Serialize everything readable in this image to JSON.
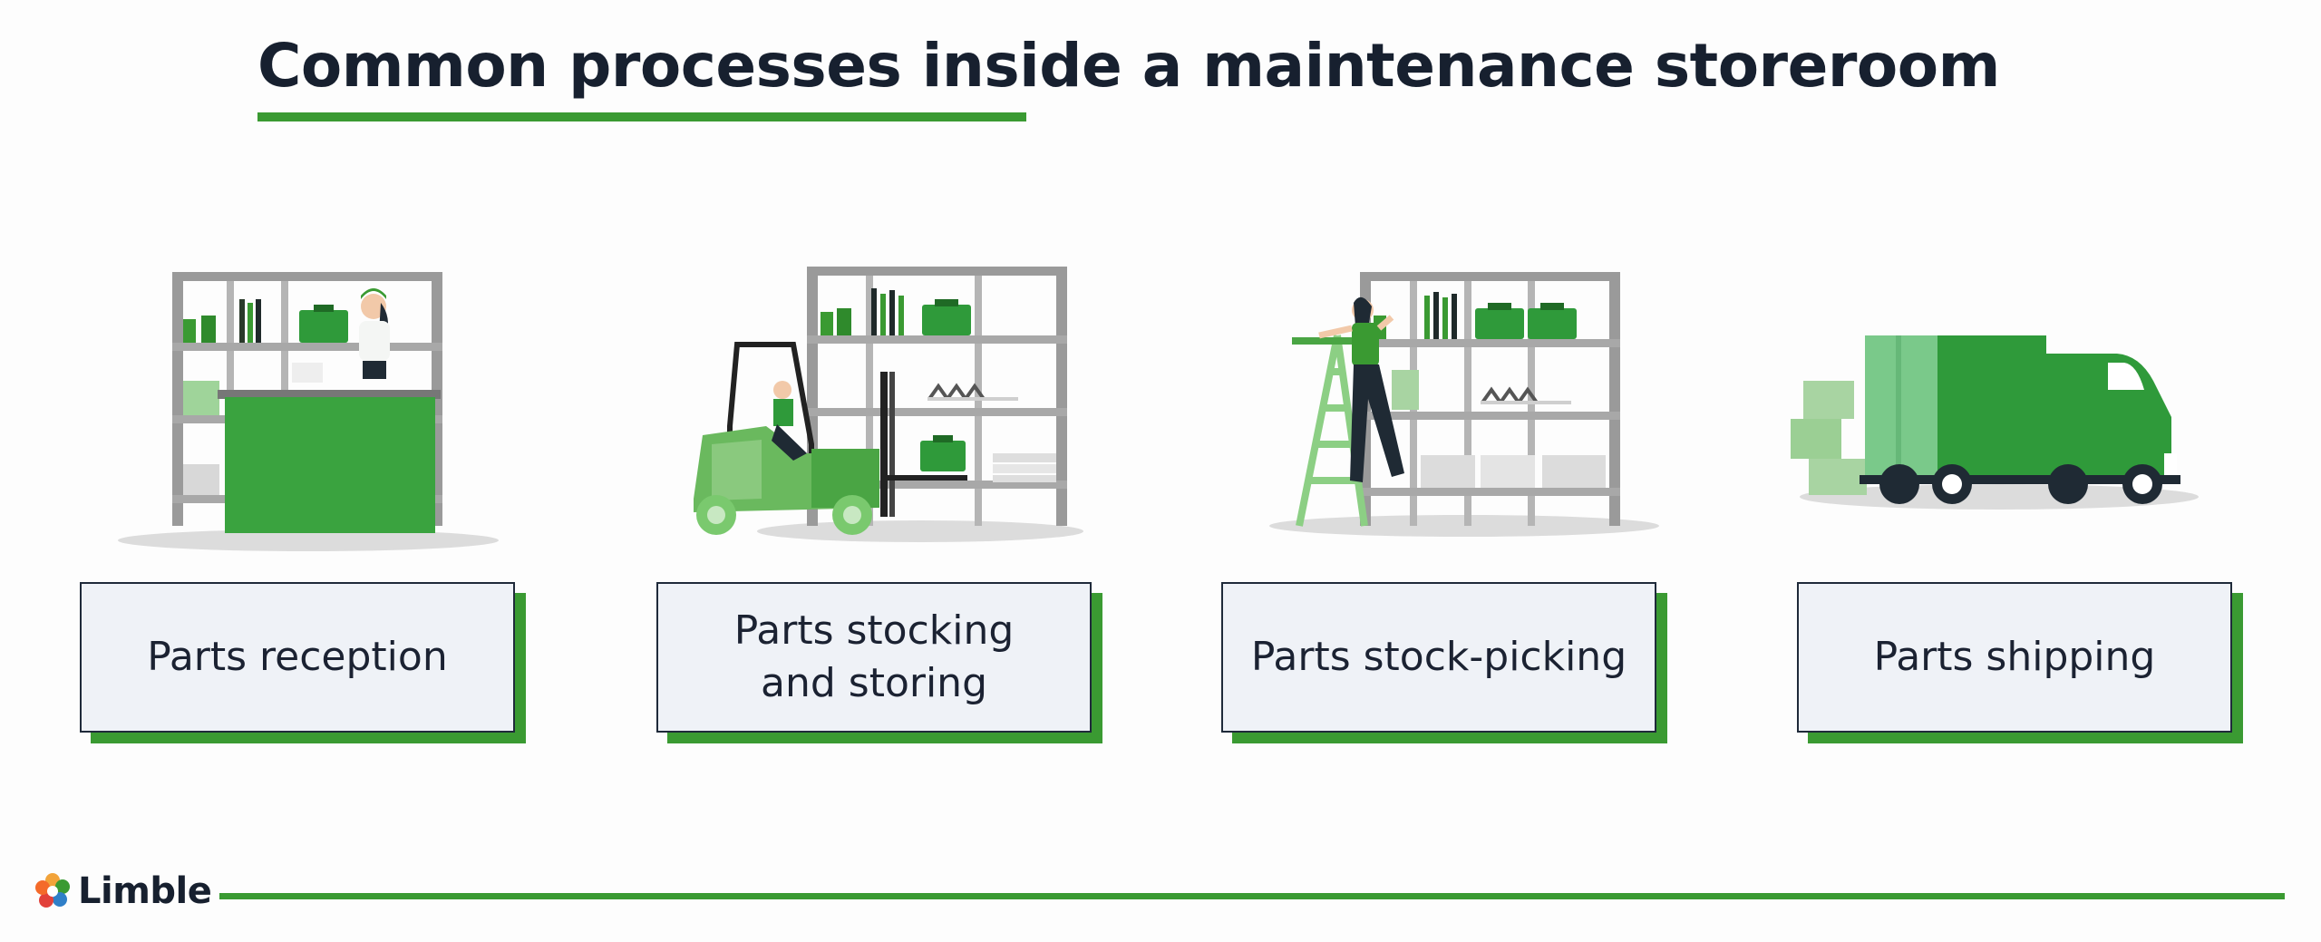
{
  "title": "Common processes inside a maintenance storeroom",
  "processes": [
    {
      "label": "Parts reception",
      "illustration": "reception-desk-illustration"
    },
    {
      "label": "Parts stocking\nand storing",
      "illustration": "forklift-shelves-illustration"
    },
    {
      "label": "Parts stock-picking",
      "illustration": "ladder-shelves-illustration"
    },
    {
      "label": "Parts shipping",
      "illustration": "delivery-truck-illustration"
    }
  ],
  "brand": {
    "name": "Limble"
  },
  "colors": {
    "accent_green": "#3a9a32",
    "title_text": "#17202f",
    "card_background": "#eff2f7",
    "card_border": "#1f2a3a"
  }
}
